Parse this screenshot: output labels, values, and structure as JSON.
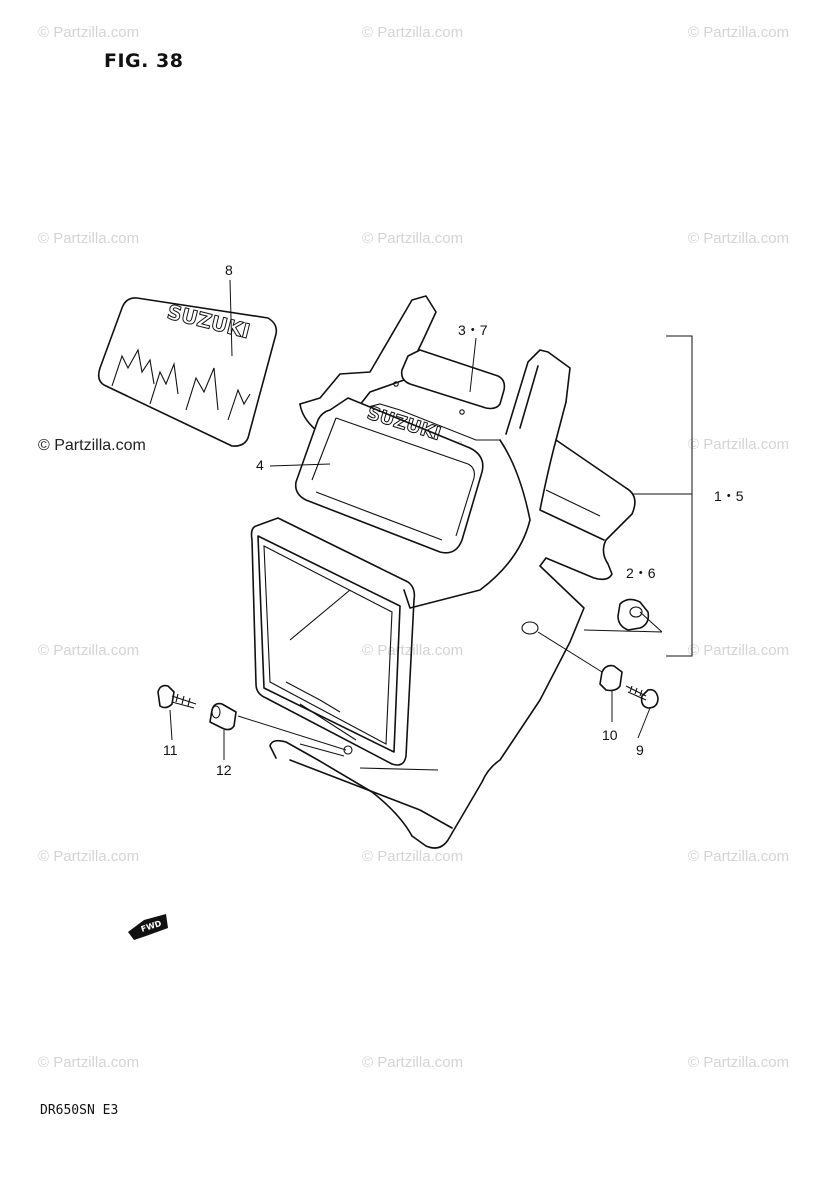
{
  "figure": {
    "title": "FIG. 38",
    "model": "DR650SN  E3"
  },
  "watermark": {
    "text": "© Partzilla.com",
    "color": "#d4d4d4"
  },
  "callouts": {
    "c8": "8",
    "c37": "3・7",
    "c15": "1・5",
    "c4": "4",
    "c26": "2・6",
    "c10": "10",
    "c9": "9",
    "c11": "11",
    "c12": "12"
  },
  "decals": {
    "top_brand": "SUZUKI",
    "visor_brand": "SUZUKI"
  },
  "direction_arrow": "FWD",
  "icons": {
    "fwd": "front-direction-arrow-icon"
  }
}
